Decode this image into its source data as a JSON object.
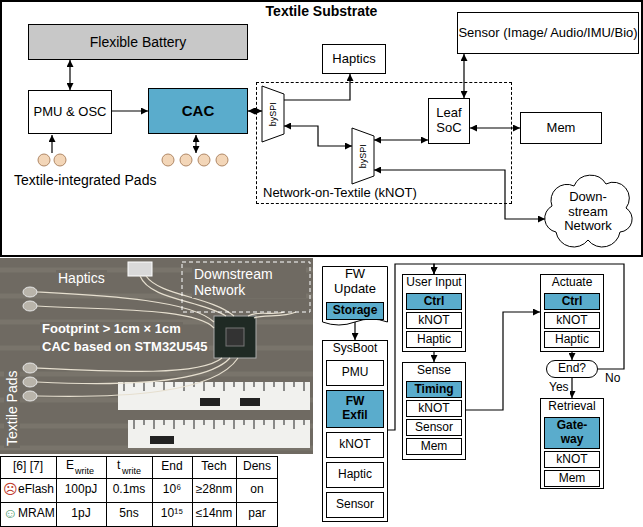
{
  "diagram": {
    "nodes": [
      {
        "text": [
          "Textile Substrate"
        ]
      },
      {
        "text": [
          "Flexible Battery"
        ],
        "in": 0
      },
      {
        "text": [
          "PMU & OSC"
        ],
        "in": 0
      },
      {
        "text": [
          "CAC"
        ],
        "in": 0
      },
      {
        "text": [
          "Network-on-Textile (kNOT)"
        ],
        "in": 0
      },
      {
        "text": [
          "bySPI"
        ],
        "in": 4
      },
      {
        "text": [
          "Haptics"
        ],
        "in": 0
      },
      {
        "text": [
          "bySPI"
        ],
        "in": 4
      },
      {
        "text": [
          "Sensor (Image/ Audio/IMU/Bio)"
        ],
        "in": 0
      },
      {
        "text": [
          "Leaf SoC"
        ],
        "in": 0
      },
      {
        "text": [
          "Mem"
        ],
        "in": 0
      },
      {
        "text": [
          "Down- stream Network"
        ],
        "in": 0
      },
      {
        "text": [
          "FW Update"
        ]
      },
      {
        "text": [
          "Storage"
        ],
        "in": 12
      },
      {
        "text": [
          "SysBoot"
        ]
      },
      {
        "text": [
          "PMU"
        ],
        "in": 14
      },
      {
        "text": [
          "FW Exfil"
        ],
        "in": 14
      },
      {
        "text": [
          "kNOT"
        ],
        "in": 14
      },
      {
        "text": [
          "Haptic"
        ],
        "in": 14
      },
      {
        "text": [
          "Sensor"
        ],
        "in": 14
      },
      {
        "text": [
          "User Input"
        ]
      },
      {
        "text": [
          "Ctrl"
        ],
        "in": 20
      },
      {
        "text": [
          "kNOT"
        ],
        "in": 20
      },
      {
        "text": [
          "Haptic"
        ],
        "in": 20
      },
      {
        "text": [
          "Sense"
        ]
      },
      {
        "text": [
          "Timing"
        ],
        "in": 24
      },
      {
        "text": [
          "kNOT"
        ],
        "in": 24
      },
      {
        "text": [
          "Sensor"
        ],
        "in": 24
      },
      {
        "text": [
          "Mem"
        ],
        "in": 24
      },
      {
        "text": [
          "Actuate"
        ]
      },
      {
        "text": [
          "Ctrl"
        ],
        "in": 29
      },
      {
        "text": [
          "kNOT"
        ],
        "in": 29
      },
      {
        "text": [
          "Haptic"
        ],
        "in": 29
      },
      {
        "text": [
          "End?"
        ]
      },
      {
        "text": [
          "Retrieval"
        ]
      },
      {
        "text": [
          "Gate- way"
        ],
        "in": 34
      },
      {
        "text": [
          "kNOT"
        ],
        "in": 34
      },
      {
        "text": [
          "Mem"
        ],
        "in": 34
      }
    ],
    "edges": [
      {
        "from": 1,
        "to": 2,
        "arrow": "both"
      },
      {
        "from": 2,
        "to": 3,
        "arrow": "to"
      },
      {
        "from": 3,
        "to": 5,
        "arrow": "both"
      },
      {
        "from": 5,
        "to": 6,
        "arrow": "to"
      },
      {
        "from": 5,
        "to": 7,
        "arrow": "both"
      },
      {
        "from": 7,
        "to": 9,
        "arrow": "both"
      },
      {
        "from": 7,
        "to": 11,
        "arrow": "both"
      },
      {
        "from": 9,
        "to": 8,
        "arrow": "both"
      },
      {
        "from": 9,
        "to": 10,
        "arrow": "both"
      },
      {
        "from": 12,
        "to": 14,
        "arrow": "to"
      },
      {
        "from": 14,
        "to": 20,
        "arrow": "to"
      },
      {
        "from": 20,
        "to": 24,
        "arrow": "to"
      },
      {
        "from": 24,
        "to": 29,
        "arrow": "to"
      },
      {
        "from": 29,
        "to": 33,
        "arrow": "to"
      },
      {
        "from": 33,
        "to": 34,
        "arrow": "to",
        "label": "Yes"
      },
      {
        "from": 33,
        "to": 20,
        "arrow": "to",
        "label": "No"
      }
    ],
    "labels": [
      "Textile-integrated Pads",
      "Haptics",
      "Downstream Network",
      "Footprint > 1cm × 1cm",
      "CAC based on STM32U545",
      "Textile Pads",
      "[6] [7]",
      "E",
      "write",
      "t",
      "write",
      "End",
      "Tech",
      "Dens",
      "☹",
      "eFlash",
      "100pJ",
      "0.1ms",
      "10⁶",
      "≥28nm",
      "on",
      "☺",
      "MRAM",
      "1pJ",
      "5ns",
      "10¹⁵",
      "≤14nm",
      "par"
    ]
  }
}
